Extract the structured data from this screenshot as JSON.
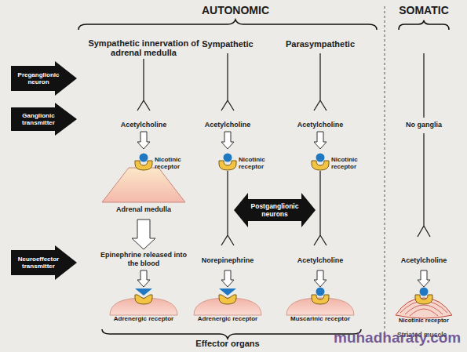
{
  "diagram": {
    "nodes": [
      {
        "text": [
          "Preganglionic neuron"
        ]
      },
      {
        "text": [
          "Ganglionic transmitter"
        ]
      },
      {
        "text": [
          "Adrenal medulla"
        ]
      },
      {
        "text": [
          "Postganglionic neurons"
        ]
      },
      {
        "text": [
          "Neuroeffector transmitter"
        ]
      },
      {
        "text": [
          "Adrenergic receptor"
        ]
      },
      {
        "text": [
          "Adrenergic receptor"
        ]
      },
      {
        "text": [
          "Muscarinic receptor"
        ]
      },
      {
        "text": [
          "Nicotinic receptor",
          "Striated muscle"
        ]
      }
    ],
    "edges": [
      {
        "from": 2,
        "to": 5,
        "label": "Epinephrine released into the blood",
        "arrow": "to"
      }
    ],
    "labels": [
      "AUTONOMIC",
      "SOMATIC",
      "Sympathetic innervation of adrenal medulla",
      "Sympathetic",
      "Parasympathetic",
      "Acetylcholine",
      "Acetylcholine",
      "Acetylcholine",
      "No ganglia",
      "Nicotinic receptor",
      "Nicotinic receptor",
      "Nicotinic receptor",
      "Norepinephrine",
      "Acetylcholine",
      "Acetylcholine",
      "Effector organs",
      "muhadharaty.com"
    ]
  }
}
